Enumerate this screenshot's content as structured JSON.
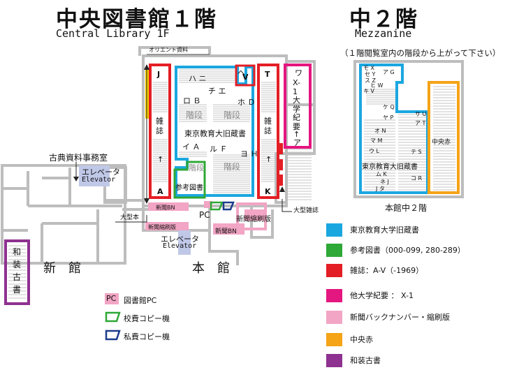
{
  "titles": {
    "main_jp": "中央図書館１階",
    "main_en": "Central Library 1F",
    "mezz_jp": "中２階",
    "mezz_en": "Mezzanine",
    "mezz_note": "（１階閲覧室内の階段から上がって下さい）",
    "mezz_caption": "本館中２階"
  },
  "labels": {
    "orient": "オリエント資料",
    "kotenshiryo": "古典資料事務室",
    "elevator_jp": "エレベータ",
    "elevator_en": "Elevator",
    "shinkan": "新　館",
    "honkan": "本　館",
    "ogatabon": "大型本",
    "ogatazasshi": "大型雑誌",
    "shinbun_bn_1": "新聞BN",
    "shinbun_shukusatsu_1": "新聞縮刷版",
    "shinbun_shukusatsu_2": "新聞縮刷版",
    "shinbun_bn_2": "新聞BN",
    "pc": "PC",
    "zasshi": "雑誌",
    "wasokosho": "和装古書",
    "tokyo_kyoiku": "東京教育大旧蔵書",
    "kaidan": "階段",
    "sanko": "参考図書",
    "chuo_aka": "中央赤",
    "other_univ": "X-1大学紀要",
    "kiyo_arrow": "↑ア",
    "up_arrow": "↑"
  },
  "shelf_letters": {
    "top_left": "J",
    "bottom_left": "A",
    "top_v": "V",
    "top_t": "T",
    "bottom_k": "K",
    "wa": "ワ",
    "ha_ni": "ハ ニ",
    "he": "ヘ",
    "chi_e": "チ エ",
    "ro_b": "ロ Ｂ",
    "ho_d": "ホ Ｄ",
    "i_a": "イ Ａ",
    "ru_f": "ル Ｆ",
    "yo_h": "ヨ Ｈ"
  },
  "mezz_letters": {
    "mo_x": "モ X",
    "se_y": "セ Y",
    "a_g": "ア G",
    "su_z": "ス Z",
    "hi_w": "ヒ W",
    "ki_v": "キ V",
    "ke_q": "ケ Q",
    "sa_u": "サ U",
    "ya_p": "ヤ P",
    "a_t": "ア T",
    "o_n": "オ N",
    "ma_m": "マ M",
    "u_l": "ウ L",
    "te_s": "テ S",
    "mu_k": "ム K",
    "ne_j": "ネ J",
    "ko_r": "コ R",
    "ji_ta": "J タ"
  },
  "legend": [
    {
      "color": "#1aa7e0",
      "label": "東京教育大学旧蔵書"
    },
    {
      "color": "#2ea836",
      "label": "参考図書（000-099, 280-289）"
    },
    {
      "color": "#e31e24",
      "label": "雑誌：A-V（-1969）"
    },
    {
      "color": "#e4167f",
      "label": "他大学紀要 ： X-1"
    },
    {
      "color": "#f2a5c4",
      "label": "新聞バックナンバー・縮刷版"
    },
    {
      "color": "#f5a317",
      "label": "中央赤"
    },
    {
      "color": "#8e3190",
      "label": "和装古書"
    }
  ],
  "pc_legend": {
    "pc_label": "図書館PC",
    "green_copy": "校費コピー機",
    "blue_copy": "私費コピー機"
  }
}
